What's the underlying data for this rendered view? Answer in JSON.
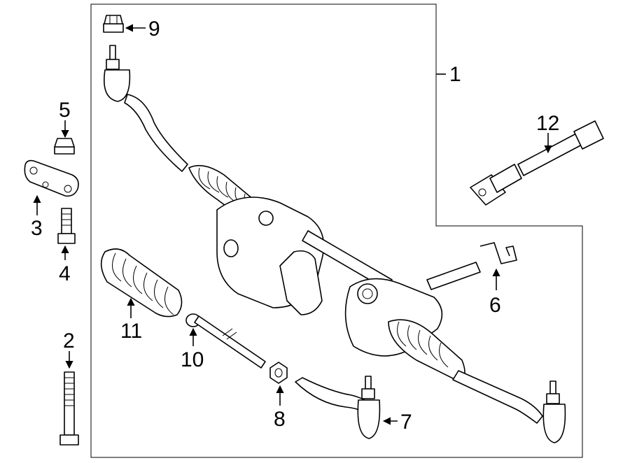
{
  "callouts": {
    "c1": "1",
    "c2": "2",
    "c3": "3",
    "c4": "4",
    "c5": "5",
    "c6": "6",
    "c7": "7",
    "c8": "8",
    "c9": "9",
    "c10": "10",
    "c11": "11",
    "c12": "12"
  },
  "icons": {
    "steering-gear-assembly": "steering-rack-icon",
    "bolt": "bolt-icon",
    "bracket": "bracket-icon",
    "nut": "nut-icon",
    "clip": "clip-icon",
    "outer-tie-rod-end": "tie-rod-end-icon",
    "inner-tie-rod": "tie-rod-icon",
    "boot": "bellows-boot-icon",
    "shaft": "intermediate-shaft-icon"
  }
}
